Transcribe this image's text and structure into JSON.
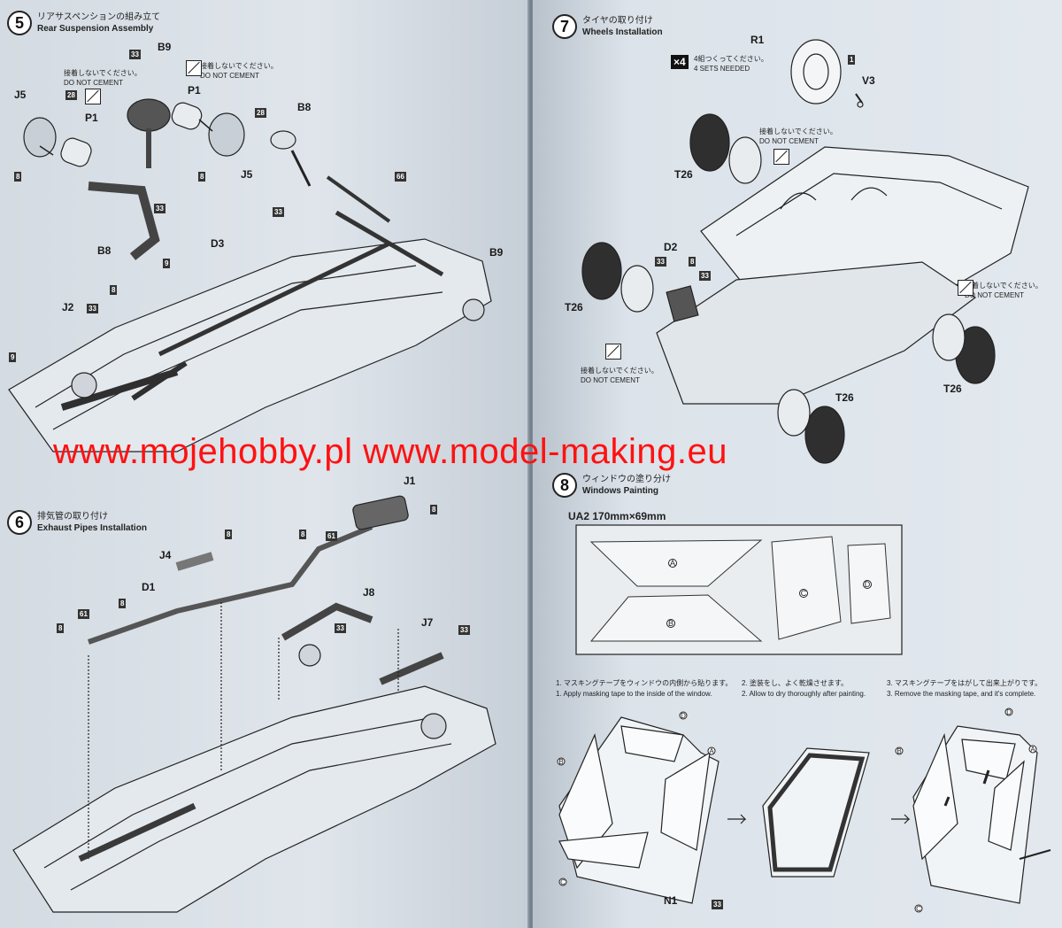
{
  "watermark": "www.mojehobby.pl www.model-making.eu",
  "steps": {
    "s5": {
      "num": "5",
      "jp": "リアサスペンションの組み立て",
      "en": "Rear Suspension Assembly"
    },
    "s6": {
      "num": "6",
      "jp": "排気管の取り付け",
      "en": "Exhaust Pipes Installation"
    },
    "s7": {
      "num": "7",
      "jp": "タイヤの取り付け",
      "en": "Wheels Installation"
    },
    "s8": {
      "num": "8",
      "jp": "ウィンドウの塗り分け",
      "en": "Windows Painting"
    }
  },
  "notes": {
    "no_cement_jp": "接着しないでください。",
    "no_cement_en": "DO NOT CEMENT",
    "sets_jp": "4組つくってください。",
    "sets_en": "4 SETS NEEDED",
    "x4": "×4"
  },
  "labels_left": {
    "B9a": "B9",
    "P1a": "P1",
    "J5a": "J5",
    "P1b": "P1",
    "J5b": "J5",
    "B8a": "B8",
    "B8b": "B8",
    "D3": "D3",
    "B9b": "B9",
    "J2": "J2",
    "J1": "J1",
    "J4": "J4",
    "D1": "D1",
    "J8": "J8",
    "J7": "J7"
  },
  "numbers_left": {
    "n33a": "33",
    "n28a": "28",
    "n28b": "28",
    "n8a": "8",
    "n33b": "33",
    "n8b": "8",
    "n66": "66",
    "n33c": "33",
    "n9a": "9",
    "n8c": "8",
    "n33d": "33",
    "n9b": "9",
    "n8d": "8",
    "n8e": "8",
    "n61a": "61",
    "n8f": "8",
    "n8g": "8",
    "n61b": "61",
    "n8h": "8",
    "n33e": "33",
    "n33f": "33"
  },
  "labels_right": {
    "R1": "R1",
    "V3": "V3",
    "T26a": "T26",
    "D2": "D2",
    "T26b": "T26",
    "T26c": "T26",
    "T26d": "T26",
    "N1": "N1"
  },
  "numbers_right": {
    "n1": "1",
    "n33a": "33",
    "n8": "8",
    "n33b": "33",
    "n33c": "33"
  },
  "mask": {
    "title": "UA2  170mm×69mm",
    "pieces": [
      "A",
      "B",
      "C",
      "D"
    ],
    "instructions": [
      {
        "jp": "1. マスキングテープをウィンドウの内側から貼ります。",
        "en": "1. Apply masking tape to the inside of the window."
      },
      {
        "jp": "2. 塗装をし、よく乾燥させます。",
        "en": "2. Allow to dry thoroughly after painting."
      },
      {
        "jp": "3. マスキングテープをはがして出来上がりです。",
        "en": "3. Remove the masking tape, and it's complete."
      }
    ]
  }
}
